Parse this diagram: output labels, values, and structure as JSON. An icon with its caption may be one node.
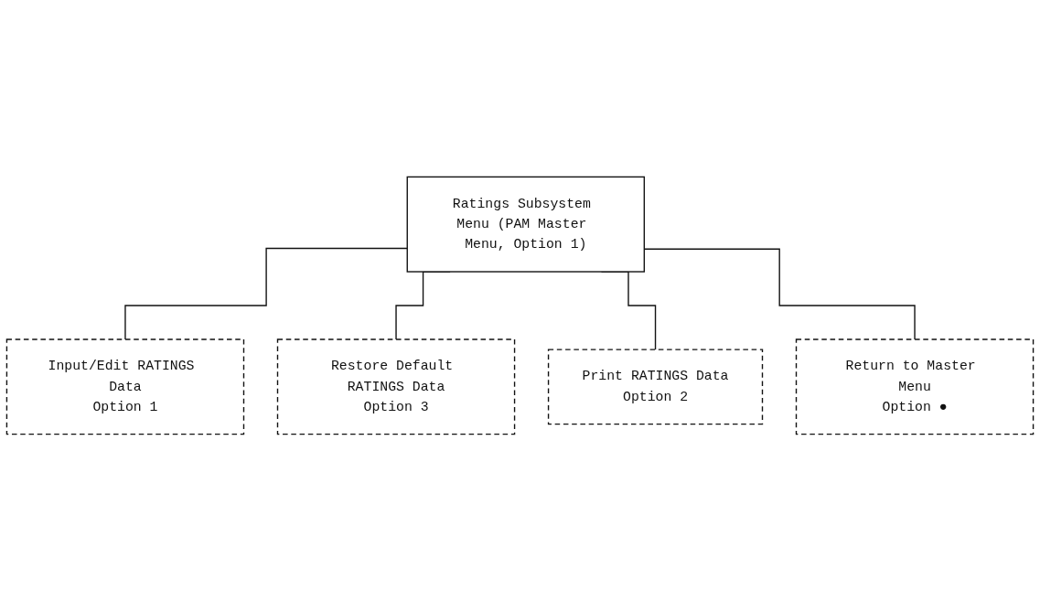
{
  "diagram": {
    "nodes": [
      {
        "text": [
          "Ratings Subsystem Menu (PAM Master Menu, Option 1)"
        ]
      },
      {
        "text": [
          "Input/Edit RATINGS Data",
          "Option 1"
        ]
      },
      {
        "text": [
          "Restore Default RATINGS Data",
          "Option 3"
        ]
      },
      {
        "text": [
          "Print RATINGS Data",
          "Option 2"
        ]
      },
      {
        "text": [
          "Return to Master Menu",
          "Option ●"
        ]
      }
    ],
    "edges": [
      {
        "from": 0,
        "to": 1,
        "arrow": "none"
      },
      {
        "from": 0,
        "to": 2,
        "arrow": "none"
      },
      {
        "from": 0,
        "to": 3,
        "arrow": "none"
      },
      {
        "from": 0,
        "to": 4,
        "arrow": "none"
      }
    ]
  }
}
